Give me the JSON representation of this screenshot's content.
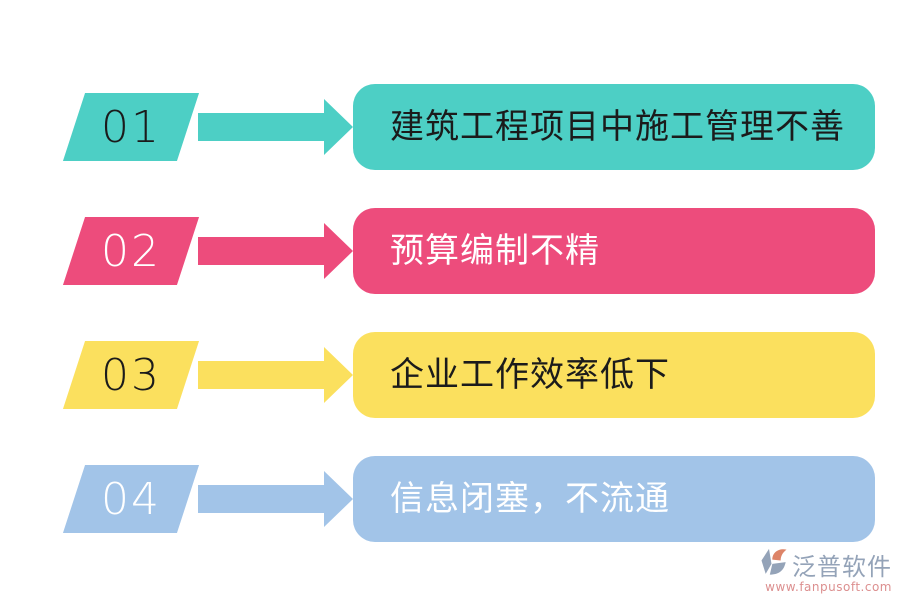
{
  "rows": [
    {
      "number": "01",
      "label": "建筑工程项目中施工管理不善",
      "color": "#4DCFC5",
      "text_color": "#1b1b1b"
    },
    {
      "number": "02",
      "label": "预算编制不精",
      "color": "#ED4C7C",
      "text_color": "#ffffff"
    },
    {
      "number": "03",
      "label": "企业工作效率低下",
      "color": "#FBE05E",
      "text_color": "#1b1b1b"
    },
    {
      "number": "04",
      "label": "信息闭塞，不流通",
      "color": "#A2C4E8",
      "text_color": "#ffffff"
    }
  ],
  "watermark": {
    "brand": "泛普软件",
    "url": "www.fanpusoft.com",
    "brand_color": "#94A3B8",
    "url_color": "#DC8F8F",
    "logo_orange": "#DD8468"
  }
}
